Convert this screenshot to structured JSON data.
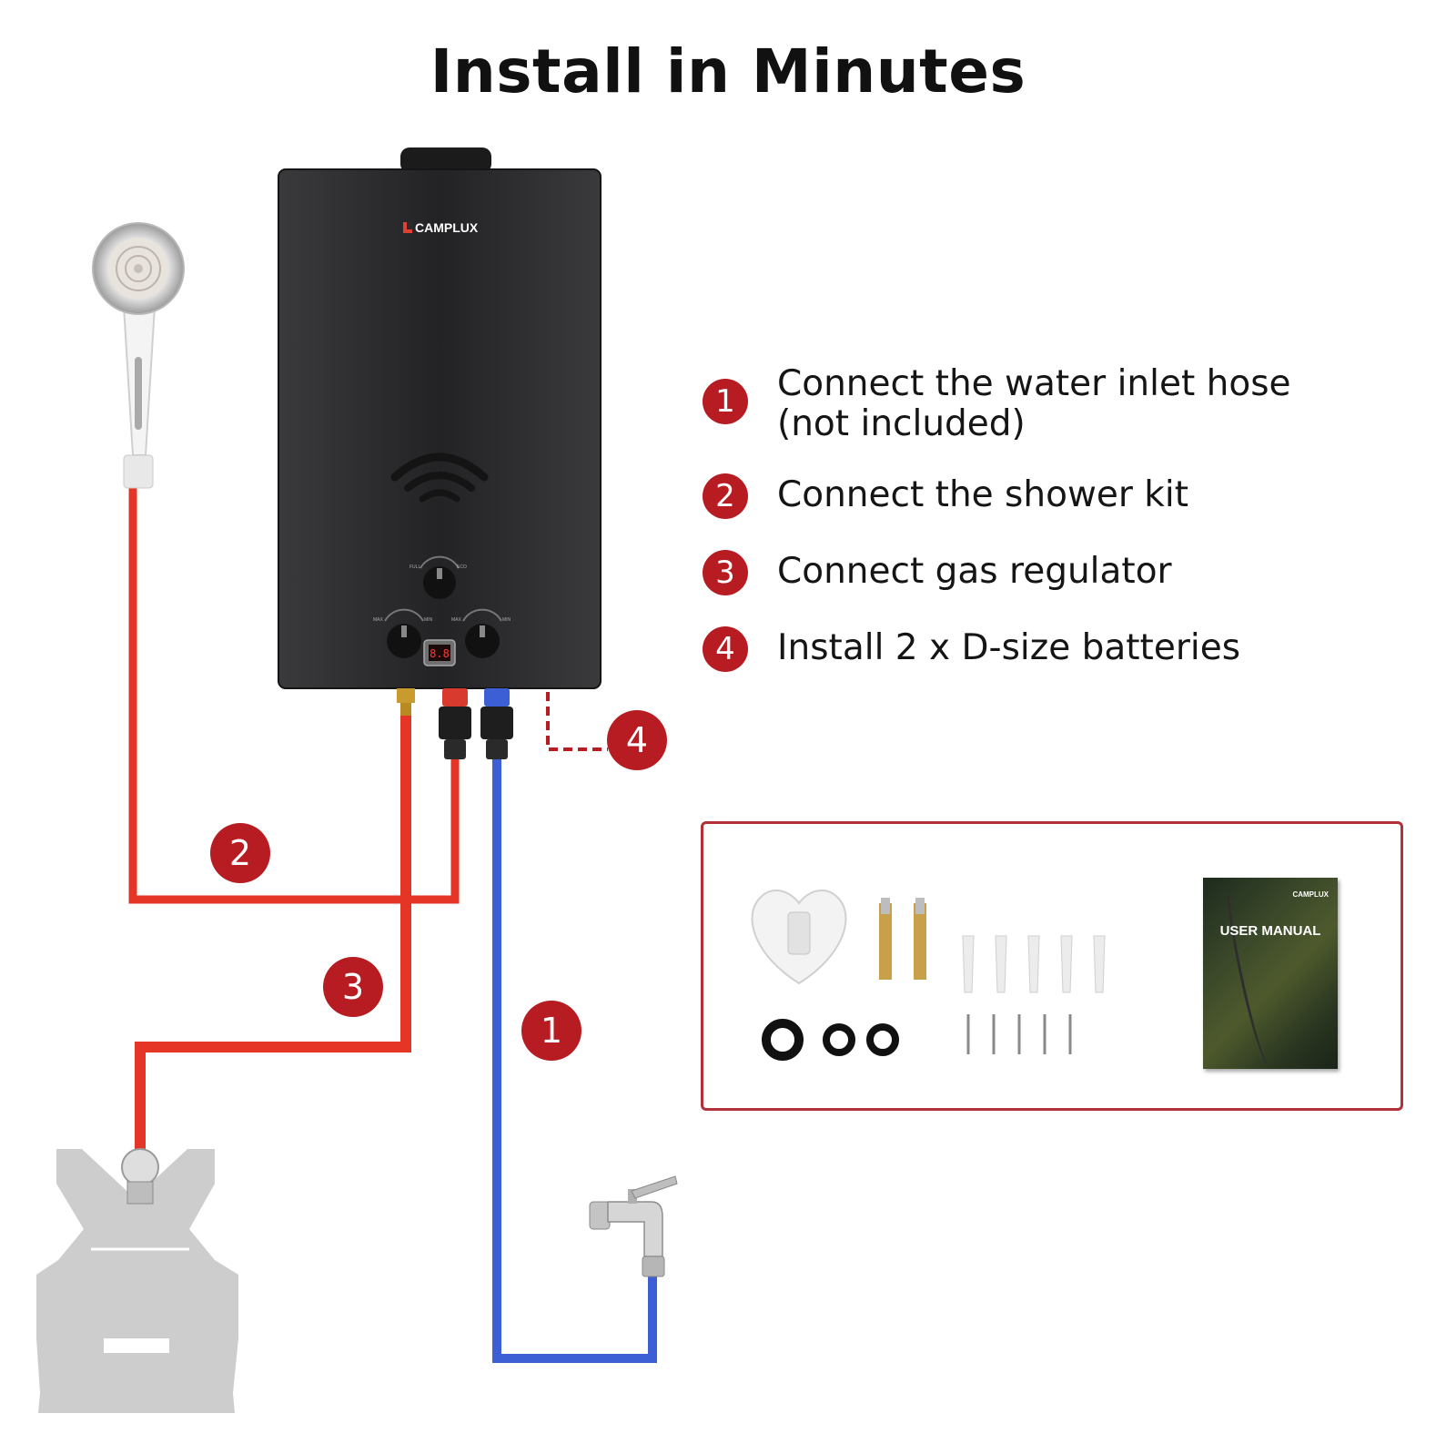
{
  "title": "Install in Minutes",
  "brand": "CAMPLUX",
  "heater": {
    "dial_labels": [
      "FULL",
      "ECO",
      "MAX",
      "MIN",
      "MAX",
      "MIN"
    ],
    "display_value": "8.8"
  },
  "steps": [
    {
      "number": "1",
      "text": "Connect the water inlet hose (not included)"
    },
    {
      "number": "2",
      "text": "Connect the shower kit"
    },
    {
      "number": "3",
      "text": "Connect gas regulator"
    },
    {
      "number": "4",
      "text": "Install 2 x D-size batteries"
    }
  ],
  "diagram_badges": [
    "2",
    "3",
    "1",
    "4"
  ],
  "kit": {
    "manual_brand": "CAMPLUX",
    "manual_title": "USER MANUAL"
  },
  "colors": {
    "accent": "#b71c22",
    "hot_hose": "#e53526",
    "cold_hose": "#3d5fd6",
    "heater_body": "#2b2b2d"
  }
}
